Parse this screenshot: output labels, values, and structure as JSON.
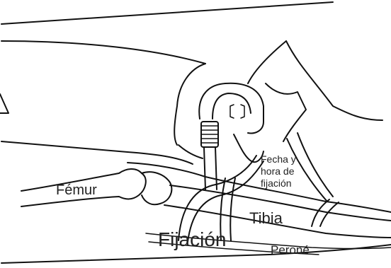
{
  "labels": {
    "femur": "Fémur",
    "tibia": "Tibia",
    "fijacion": "Fijación",
    "perone": "Peroné",
    "fecha_hora": "Fecha y hora de fijación"
  }
}
